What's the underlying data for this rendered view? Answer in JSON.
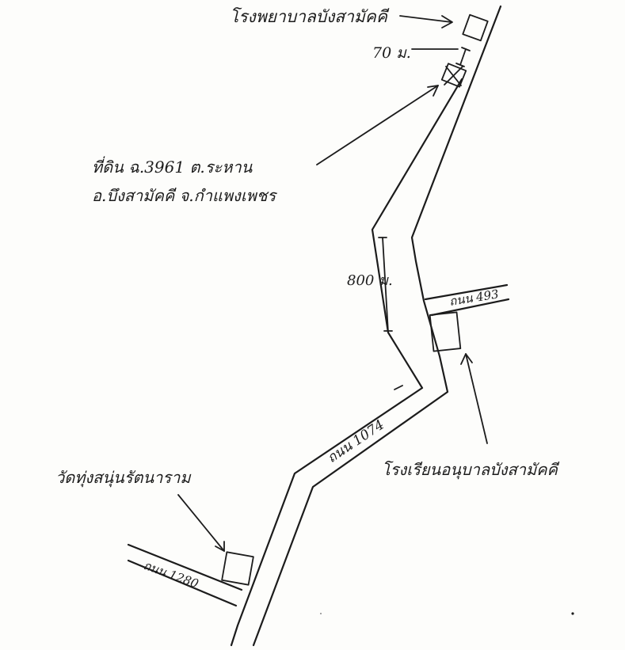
{
  "map": {
    "labels": {
      "hospital": "โรงพยาบาลบังสามัคคี",
      "distance_70": "70 ม.",
      "land_line1": "ที่ดิน ฉ.3961 ต.ระหาน",
      "land_line2": "อ.บึงสามัคคี จ.กำแพงเพชร",
      "distance_800": "800 ม.",
      "road_493": "ถนน 493",
      "road_1074": "ถนน 1074",
      "school": "โรงเรียนอนุบาลบังสามัคคี",
      "temple": "วัดทุ่งสนุ่นรัตนาราม",
      "road_1280": "ถนน 1280"
    }
  }
}
